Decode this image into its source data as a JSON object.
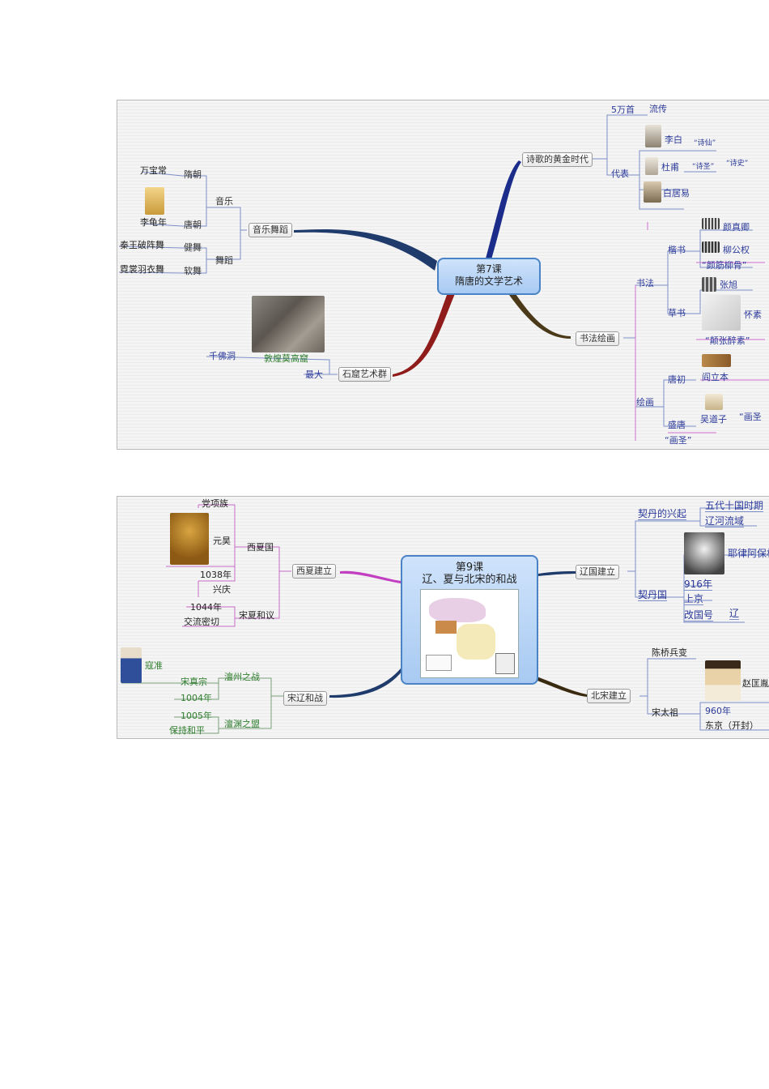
{
  "map1": {
    "center_line1": "第7课",
    "center_line2": "隋唐的文学艺术",
    "music_dance": "音乐舞蹈",
    "music": "音乐",
    "dance": "舞蹈",
    "sui": "隋朝",
    "tang": "唐朝",
    "wanbaochang": "万宝常",
    "liguinian": "李龟年",
    "jianwu": "健舞",
    "ruanwu": "软舞",
    "qinwang": "秦王破阵舞",
    "nishang": "霓裳羽衣舞",
    "shiku": "石窟艺术群",
    "zuida": "最大",
    "qianfodong": "千佛洞",
    "dunhuang": "敦煌莫高窟",
    "poetry": "诗歌的黄金时代",
    "wuwan": "5万首",
    "liuchuan": "流传",
    "daibiao": "代表",
    "libai": "李白",
    "dufu": "杜甫",
    "baijuyi": "白居易",
    "shixian": "“诗仙”",
    "shisheng": "“诗圣”",
    "shishi": "“诗史”",
    "shufa_huihua": "书法绘画",
    "shufa": "书法",
    "kaishu": "楷书",
    "caoshu": "草书",
    "yanzhenqing": "颜真卿",
    "liugongquan": "柳公权",
    "yanjin": "“颜筋柳骨”",
    "zhangxu": "张旭",
    "huaisu": "怀素",
    "dianzhang": "“颠张醉素”",
    "huihua": "绘画",
    "tangchu": "唐初",
    "yanliben": "阎立本",
    "shengtang": "盛唐",
    "wudaozi": "吴道子",
    "huashengfrag": "“画圣",
    "huashengquote": "“画圣”"
  },
  "map2": {
    "center_line1": "第9课",
    "center_line2": "辽、夏与北宋的和战",
    "xixia_jianli": "西夏建立",
    "xixiaguo": "西夏国",
    "dangxiang": "党项族",
    "yuanhao": "元昊",
    "y1038": "1038年",
    "xingqing": "兴庆",
    "songxia": "宋夏和议",
    "y1044": "1044年",
    "jiaoliu": "交流密切",
    "songliao": "宋辽和战",
    "chanzhou": "澶州之战",
    "chanyuan": "澶渊之盟",
    "songzhen": "宋真宗",
    "kouzhun": "寇准",
    "y1004": "1004年",
    "y1005": "1005年",
    "baochi": "保持和平",
    "liaoguo": "辽国建立",
    "qidan_xingqi": "契丹的兴起",
    "wudai": "五代十国时期",
    "liaohe": "辽河流域",
    "yelv": "耶律阿保机",
    "qidanguo": "契丹国",
    "y916": "916年",
    "shangjing": "上京",
    "gaiguohao": "改国号",
    "liao": "辽",
    "beisong": "北宋建立",
    "chenqiao": "陈桥兵变",
    "songtaizu": "宋太祖",
    "zhaokuangyin": "赵匡胤",
    "y960": "960年",
    "dongjing": "东京（开封）"
  }
}
